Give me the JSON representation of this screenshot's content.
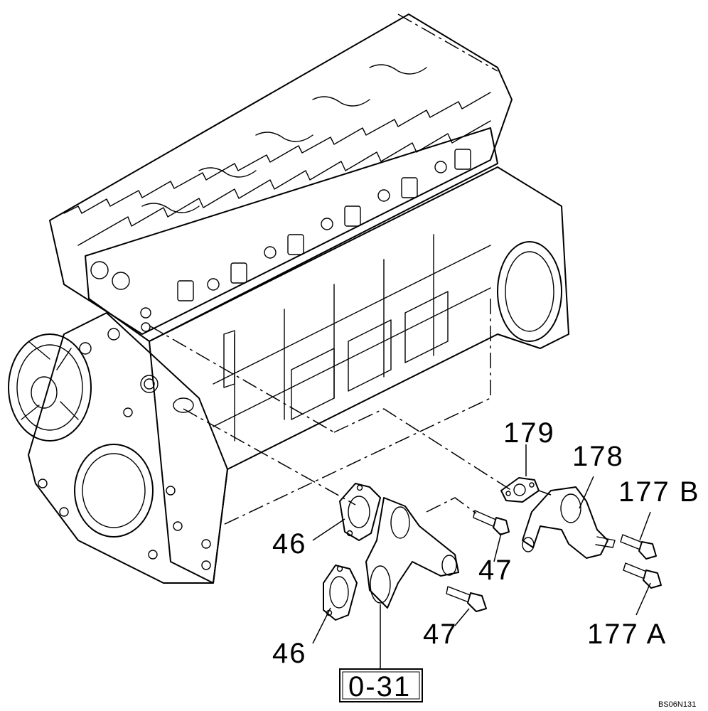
{
  "diagram": {
    "drawing_code": "BS06N131",
    "reference_box": "0-31",
    "callouts": [
      {
        "id": "c179",
        "label": "179"
      },
      {
        "id": "c178",
        "label": "178"
      },
      {
        "id": "c177b",
        "label": "177 B"
      },
      {
        "id": "c46a",
        "label": "46"
      },
      {
        "id": "c47a",
        "label": "47"
      },
      {
        "id": "c47b",
        "label": "47"
      },
      {
        "id": "c46b",
        "label": "46"
      },
      {
        "id": "c177a",
        "label": "177 A"
      }
    ]
  }
}
